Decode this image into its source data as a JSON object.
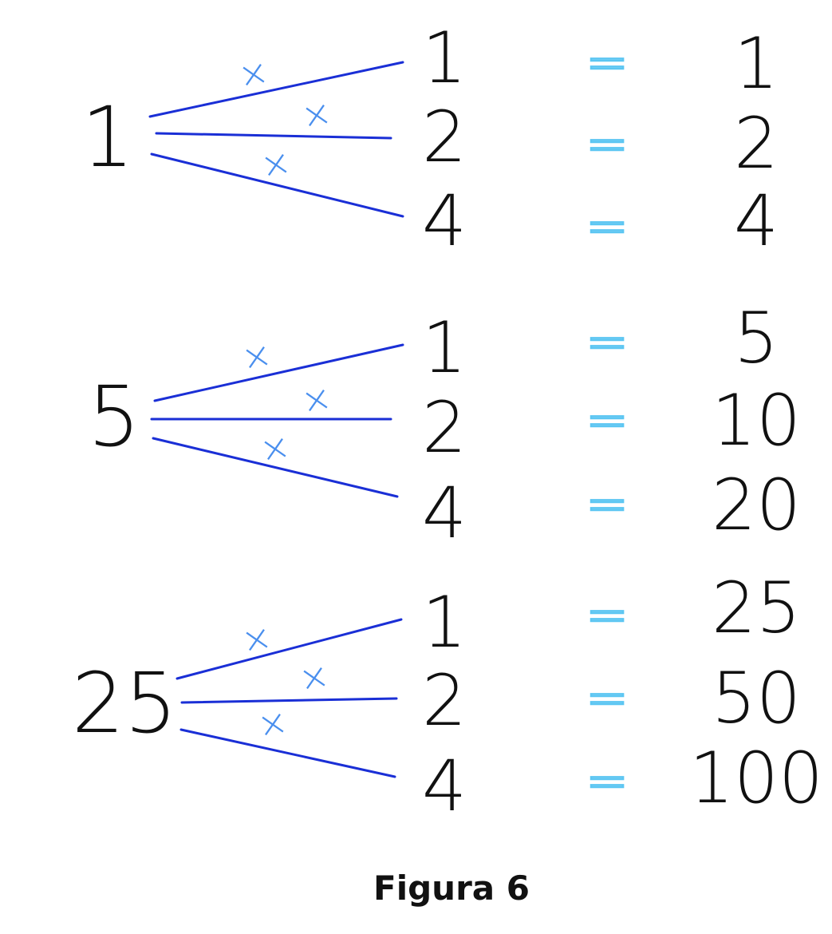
{
  "colors": {
    "line": "#1a2fd6",
    "mark": "#4a8fee",
    "equals": "#5cc6f2",
    "text": "#111111"
  },
  "equals_symbol": "=",
  "multiply_symbol": "×",
  "groups": [
    {
      "base": "1",
      "rows": [
        {
          "factor": "1",
          "result": "1"
        },
        {
          "factor": "2",
          "result": "2"
        },
        {
          "factor": "4",
          "result": "4"
        }
      ]
    },
    {
      "base": "5",
      "rows": [
        {
          "factor": "1",
          "result": "5"
        },
        {
          "factor": "2",
          "result": "10"
        },
        {
          "factor": "4",
          "result": "20"
        }
      ]
    },
    {
      "base": "25",
      "rows": [
        {
          "factor": "1",
          "result": "25"
        },
        {
          "factor": "2",
          "result": "50"
        },
        {
          "factor": "4",
          "result": "100"
        }
      ]
    }
  ],
  "caption": "Figura 6"
}
